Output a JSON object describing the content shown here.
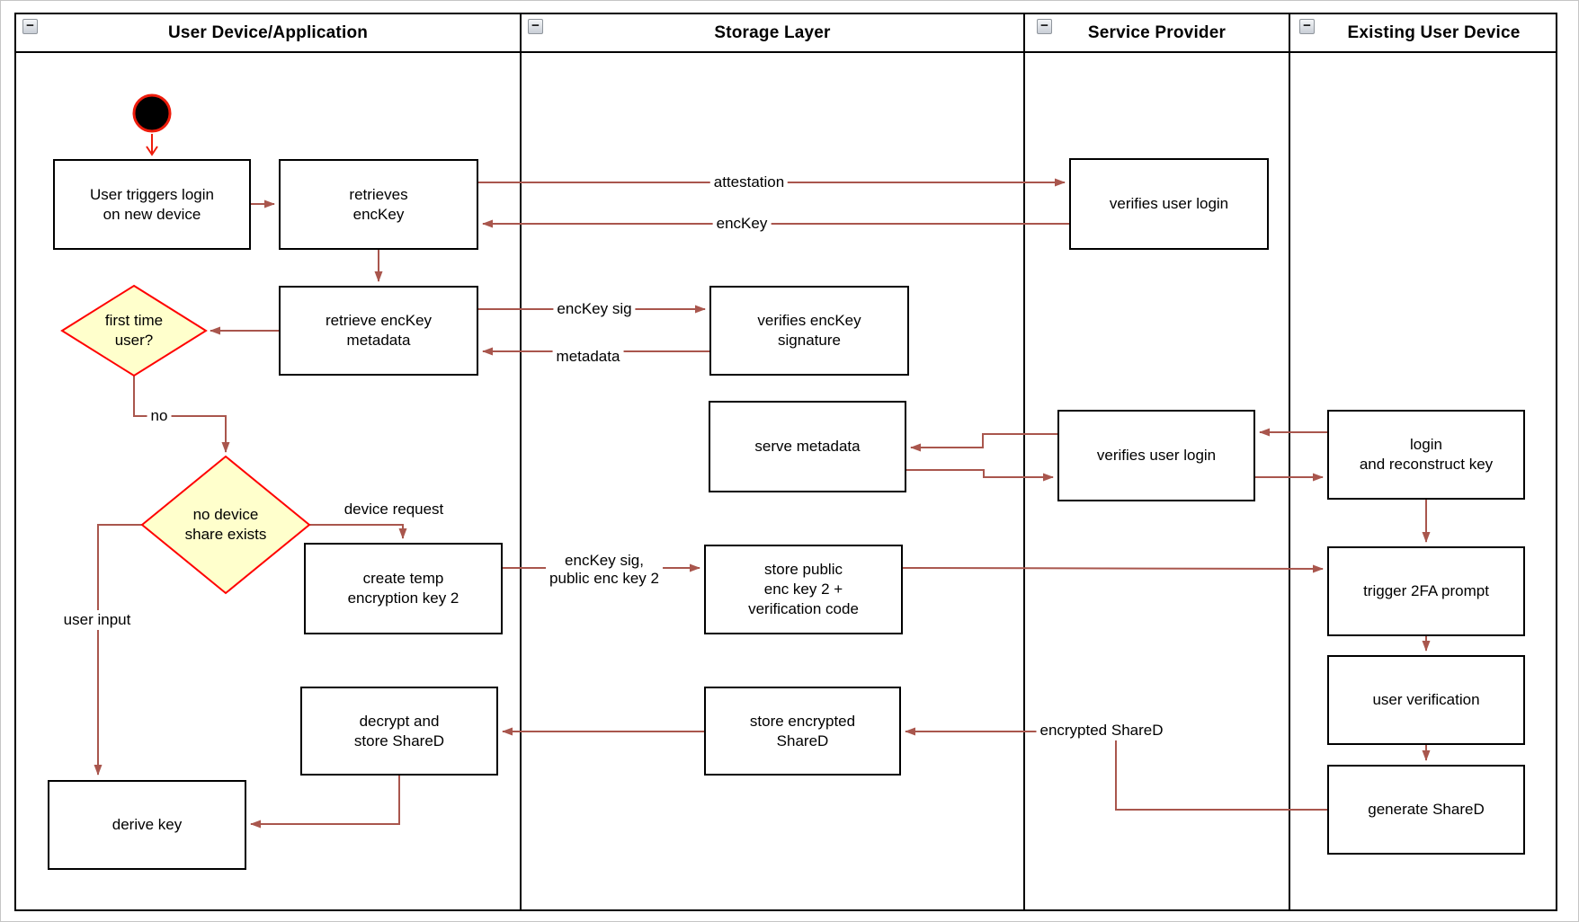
{
  "colors": {
    "connector": "#A9564D",
    "accent_red": "#EE1C0C",
    "decision_fill": "#FFFFCC",
    "decision_border": "#FF0000",
    "node_border": "#000000",
    "node_fill": "#FFFFFF"
  },
  "icons": {
    "collapse_glyph": "−",
    "collapse_name": "collapse-minus-icon",
    "start_name": "initial-state-icon"
  },
  "lanes": [
    {
      "title": "User Device/Application"
    },
    {
      "title": "Storage Layer"
    },
    {
      "title": "Service Provider"
    },
    {
      "title": "Existing User Device"
    }
  ],
  "nodes": {
    "user_triggers_login": {
      "label": "User triggers login\non new device"
    },
    "retrieves_enckey": {
      "label": "retrieves\nencKey"
    },
    "retrieve_enckey_metadata": {
      "label": "retrieve encKey\nmetadata"
    },
    "create_temp_key": {
      "label": "create temp\nencryption key 2"
    },
    "decrypt_store_shared": {
      "label": "decrypt and\nstore ShareD"
    },
    "derive_key": {
      "label": "derive key"
    },
    "verifies_enckey_signature": {
      "label": "verifies encKey\nsignature"
    },
    "serve_metadata": {
      "label": "serve metadata"
    },
    "store_public_key": {
      "label": "store public\nenc key 2 +\nverification code"
    },
    "store_encrypted_shared": {
      "label": "store encrypted\nShareD"
    },
    "verifies_user_login_1": {
      "label": "verifies user login"
    },
    "verifies_user_login_2": {
      "label": "verifies user login"
    },
    "login_reconstruct": {
      "label": "login\nand reconstruct key"
    },
    "trigger_2fa": {
      "label": "trigger 2FA prompt"
    },
    "user_verification": {
      "label": "user verification"
    },
    "generate_shared": {
      "label": "generate ShareD"
    }
  },
  "decisions": {
    "first_time_user": {
      "label": "first time\nuser?"
    },
    "no_device_share_exists": {
      "label": "no device\nshare exists"
    }
  },
  "edge_labels": {
    "attestation": "attestation",
    "enckey": "encKey",
    "enckey_sig": "encKey sig",
    "metadata": "metadata",
    "no": "no",
    "device_request": "device request",
    "user_input": "user input",
    "enckey_sig_public": "encKey sig,\npublic enc key 2",
    "encrypted_shared": "encrypted ShareD"
  }
}
